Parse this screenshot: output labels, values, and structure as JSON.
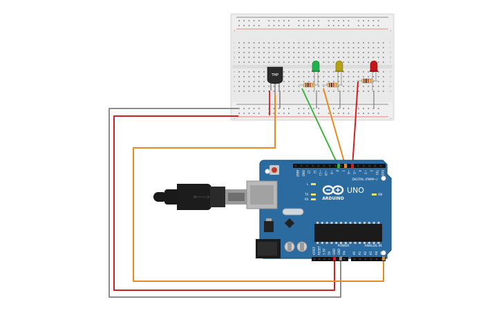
{
  "board": {
    "brand": "ARDUINO",
    "model": "UNO",
    "digital_header": "DIGITAL (PWM~)",
    "power_header": "POWER",
    "analog_header": "ANALOG IN",
    "on_led": "ON",
    "led_l": "L",
    "led_tx": "TX",
    "led_rx": "RX",
    "digital_pins": [
      "AREF",
      "GND",
      "13",
      "12",
      "~11",
      "~10",
      "~9",
      "8",
      "7",
      "~6",
      "~5",
      "4",
      "~3",
      "2",
      "TX1",
      "RX0"
    ],
    "power_pins": [
      "IOREF",
      "RESET",
      "3.3V",
      "5V",
      "GND",
      "GND",
      "Vin"
    ],
    "analog_pins": [
      "A0",
      "A1",
      "A2",
      "A3",
      "A4",
      "A5"
    ]
  },
  "breadboard": {
    "row_letters_top": [
      "j",
      "i",
      "h",
      "g",
      "f"
    ],
    "row_letters_bottom": [
      "e",
      "d",
      "c",
      "b",
      "a"
    ],
    "column_count": 30
  },
  "components": {
    "sensor_label": "TMP",
    "leds": [
      {
        "color_name": "green",
        "color": "#22b14c"
      },
      {
        "color_name": "yellow",
        "color": "#b5a016"
      },
      {
        "color_name": "red",
        "color": "#c3161c"
      }
    ]
  },
  "wire_colors": {
    "red": "#d21e1e",
    "gray": "#8c8c8c",
    "orange": "#e8891c",
    "green": "#3cb43c"
  },
  "colors": {
    "board_blue": "#2c6ba0",
    "breadboard": "#eaeaea",
    "cable": "#1a1a1a"
  }
}
